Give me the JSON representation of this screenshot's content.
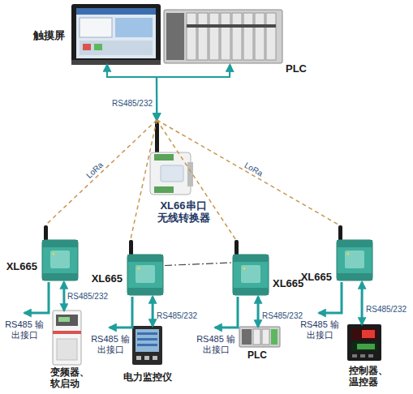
{
  "diagram": {
    "nodes": [
      {
        "text": [
          "触摸屏"
        ]
      },
      {
        "text": [
          "PLC"
        ]
      },
      {
        "text": [
          "XL66串口 无线转换器"
        ]
      },
      {
        "text": [
          "XL665"
        ]
      },
      {
        "text": [
          "XL665"
        ]
      },
      {
        "text": [
          "XL665"
        ]
      },
      {
        "text": [
          "XL665"
        ]
      },
      {
        "text": [
          "变频器、 软启动"
        ]
      },
      {
        "text": [
          "电力监控仪"
        ]
      },
      {
        "text": [
          "PLC"
        ]
      },
      {
        "text": [
          "控制器、 温控器"
        ]
      }
    ],
    "edges": [
      {
        "from": 0,
        "to": 2,
        "arrow": "both",
        "label": "RS485/232"
      },
      {
        "from": 1,
        "to": 2,
        "arrow": "both"
      },
      {
        "from": 2,
        "to": 3,
        "arrow": "none",
        "label": "LoRa"
      },
      {
        "from": 2,
        "to": 4,
        "arrow": "none"
      },
      {
        "from": 2,
        "to": 5,
        "arrow": "none"
      },
      {
        "from": 2,
        "to": 6,
        "arrow": "none",
        "label": "LoRa"
      },
      {
        "from": 4,
        "to": 5,
        "arrow": "none"
      },
      {
        "from": 3,
        "to": 7,
        "arrow": "both",
        "label": "RS485/232"
      },
      {
        "from": 4,
        "to": 8,
        "arrow": "both",
        "label": "RS485/232"
      },
      {
        "from": 5,
        "to": 9,
        "arrow": "both",
        "label": "RS485/232"
      },
      {
        "from": 6,
        "to": 10,
        "arrow": "both",
        "label": "RS485/232"
      }
    ],
    "labels": [
      "RS485 输出接口",
      "RS485 输出接口",
      "RS485 输出接口",
      "RS485 输出接口"
    ]
  }
}
